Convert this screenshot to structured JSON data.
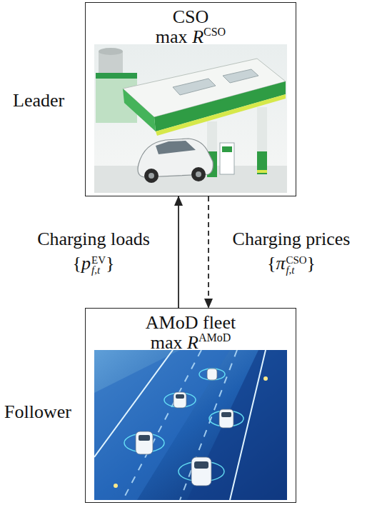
{
  "diagram": {
    "nodes": [
      {
        "text": [
          "CSO",
          "max RCSO"
        ]
      },
      {
        "text": [
          "AMoD fleet",
          "max RAMoD"
        ]
      }
    ],
    "edges": [
      {
        "from": 1,
        "to": 0,
        "arrow": "to",
        "label": "Charging loads {pEVf,t}"
      },
      {
        "from": 0,
        "to": 1,
        "arrow": "to",
        "label": "Charging prices {πCSOf,t}"
      }
    ],
    "labels": [
      "Leader",
      "Follower"
    ]
  }
}
